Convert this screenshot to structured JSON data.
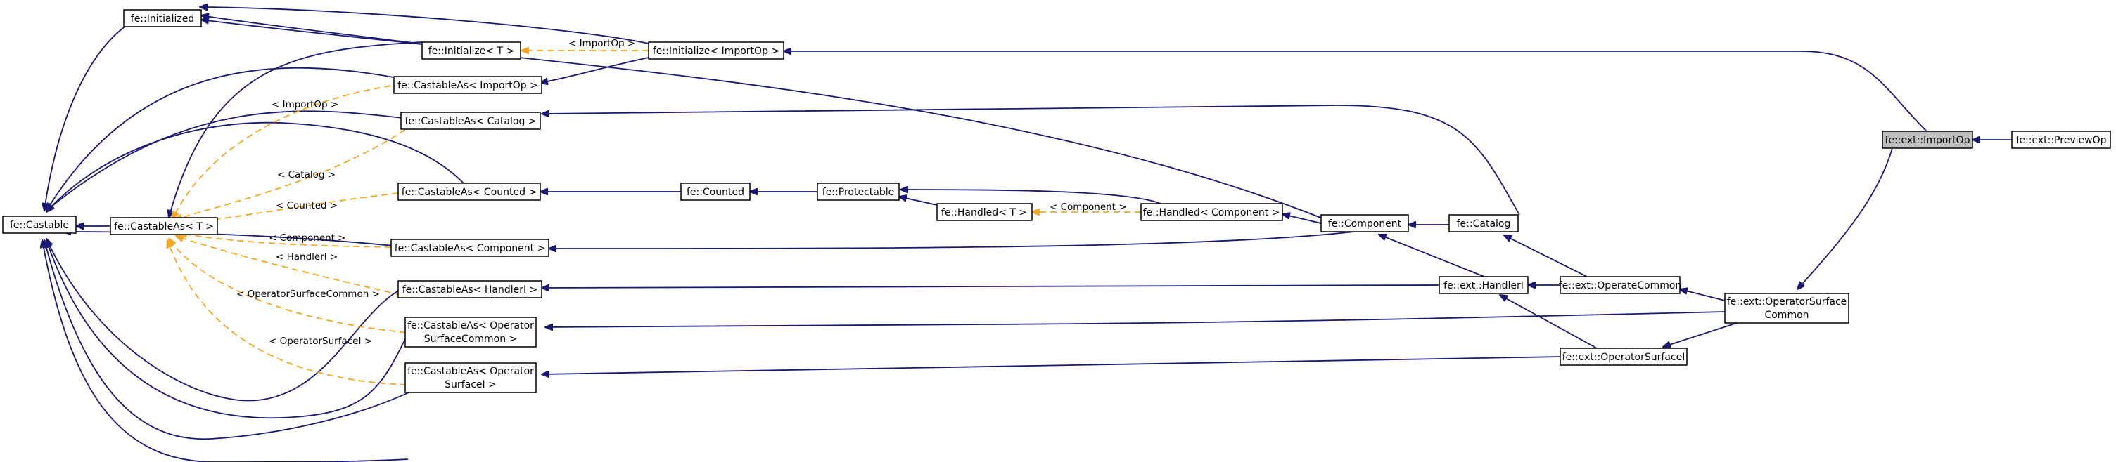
{
  "nodes": {
    "import_op": "fe::ext::ImportOp",
    "preview_op": "fe::ext::PreviewOp",
    "initialized": "fe::Initialized",
    "initialize_t": "fe::Initialize< T >",
    "initialize_importop": "fe::Initialize< ImportOp >",
    "castableas_importop": "fe::CastableAs< ImportOp >",
    "castableas_catalog": "fe::CastableAs< Catalog >",
    "castableas_counted": "fe::CastableAs< Counted >",
    "castableas_component": "fe::CastableAs< Component >",
    "castableas_handleri": "fe::CastableAs< HandlerI >",
    "castableas_opsurfcommon_l1": "fe::CastableAs< Operator",
    "castableas_opsurfcommon_l2": "SurfaceCommon >",
    "castableas_opsurfi_l1": "fe::CastableAs< Operator",
    "castableas_opsurfi_l2": "SurfaceI >",
    "castable": "fe::Castable",
    "castableas_t": "fe::CastableAs< T >",
    "counted": "fe::Counted",
    "protectable": "fe::Protectable",
    "handled_t": "fe::Handled< T >",
    "handled_component": "fe::Handled< Component >",
    "component": "fe::Component",
    "catalog": "fe::Catalog",
    "handleri": "fe::ext::HandlerI",
    "operatecommon": "fe::ext::OperateCommon",
    "opsurfcommon_l1": "fe::ext::OperatorSurface",
    "opsurfcommon_l2": "Common",
    "opsurfi": "fe::ext::OperatorSurfaceI"
  },
  "edge_labels": {
    "importop_initialize": "< ImportOp >",
    "importop_castable": "< ImportOp >",
    "catalog": "< Catalog >",
    "counted": "< Counted >",
    "component_castable": "< Component >",
    "handleri": "< HandlerI >",
    "opsurfcommon": "< OperatorSurfaceCommon >",
    "opsurfi": "< OperatorSurfaceI >",
    "component_handled": "< Component >"
  },
  "colors": {
    "edge_solid": "#191970",
    "edge_template": "#f5a623",
    "highlight_fill": "#bfbfbf"
  }
}
